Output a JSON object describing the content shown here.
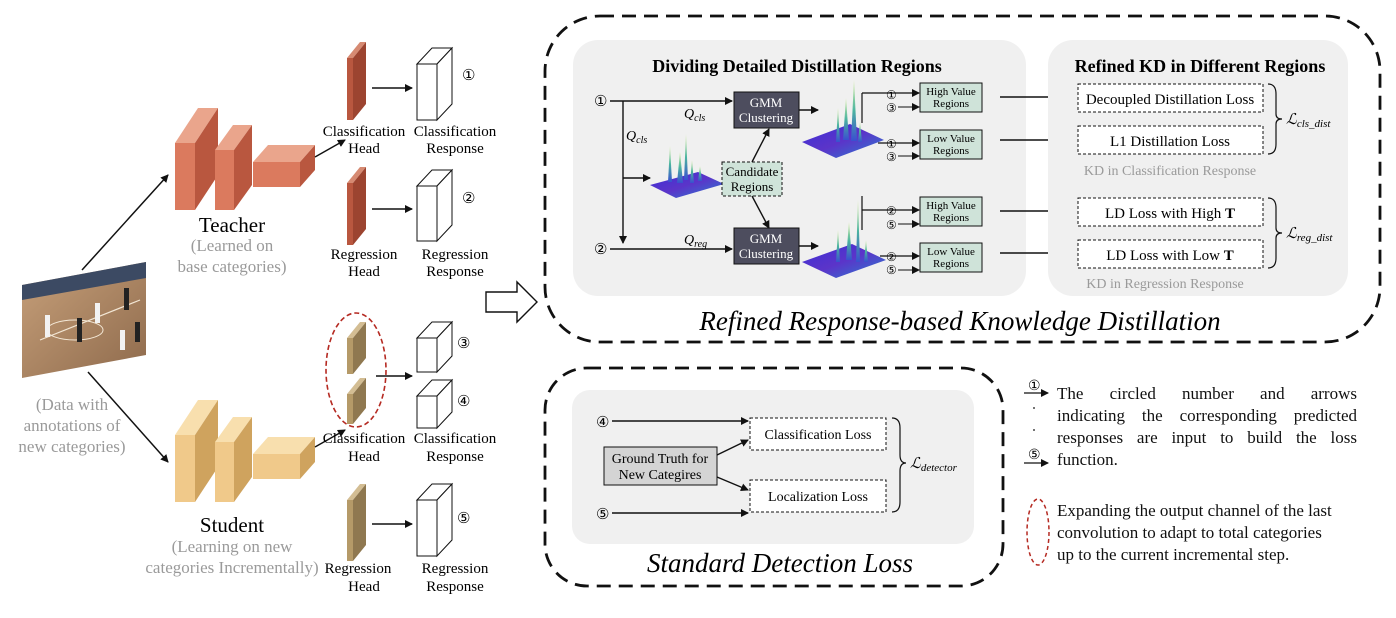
{
  "teacher": {
    "title": "Teacher",
    "subtitle_line1": "(Learned on",
    "subtitle_line2": "base categories)",
    "heads": {
      "cls_head_line1": "Classification",
      "cls_head_line2": "Head",
      "cls_resp_line1": "Classification",
      "cls_resp_line2": "Response",
      "reg_head_line1": "Regression",
      "reg_head_line2": "Head",
      "reg_resp_line1": "Regression",
      "reg_resp_line2": "Response",
      "cls_marker": "①",
      "reg_marker": "②"
    }
  },
  "data_caption": {
    "line1": "(Data with",
    "line2": "annotations of",
    "line3": "new categories)"
  },
  "student": {
    "title": "Student",
    "subtitle_line1": "(Learning on new",
    "subtitle_line2": "categories Incrementally)",
    "heads": {
      "cls_head_line1": "Classification",
      "cls_head_line2": "Head",
      "cls_resp_line1": "Classification",
      "cls_resp_line2": "Response",
      "reg_head_line1": "Regression",
      "reg_head_line2": "Head",
      "reg_resp_line1": "Regression",
      "reg_resp_line2": "Response",
      "cls_marker_a": "③",
      "cls_marker_b": "④",
      "reg_marker": "⑤"
    }
  },
  "refined": {
    "box_title": "Refined Response-based Knowledge Distillation",
    "dividing": {
      "title": "Dividing Detailed Distillation Regions",
      "input1": "①",
      "input2": "②",
      "q_cls_top": "Q",
      "q_cls_top_sub": "cls",
      "q_cls_left": "Q",
      "q_cls_left_sub": "cls",
      "q_reg": "Q",
      "q_reg_sub": "reg",
      "gmm_line1": "GMM",
      "gmm_line2": "Clustering",
      "candidate_line1": "Candidate",
      "candidate_line2": "Regions",
      "high_line1": "High Value",
      "high_line2": "Regions",
      "low_line1": "Low Value",
      "low_line2": "Regions",
      "m1": "①",
      "m2": "②",
      "m3": "③",
      "m5": "⑤"
    },
    "refined_kd": {
      "title": "Refined KD in Different Regions",
      "decoupled": "Decoupled Distillation Loss",
      "l1": "L1 Distillation Loss",
      "kd_cls": "KD in Classification Response",
      "ld_high": "LD Loss with High ",
      "ld_low": "LD Loss with Low ",
      "tau": "T",
      "kd_reg": "KD in Regression Response",
      "l_cls_dist": "ℒ",
      "l_cls_dist_sub": "cls_dist",
      "l_reg_dist": "ℒ",
      "l_reg_dist_sub": "reg_dist"
    }
  },
  "standard": {
    "box_title": "Standard Detection Loss",
    "input4": "④",
    "input5": "⑤",
    "gt_line1": "Ground Truth for",
    "gt_line2": "New Categires",
    "cls_loss": "Classification Loss",
    "loc_loss": "Localization Loss",
    "l_detector": "ℒ",
    "l_detector_sub": "detector"
  },
  "legend": {
    "arrow_marker_top": "①",
    "arrow_marker_bottom": "⑤",
    "arrow_desc_line1": "The circled number and arrows",
    "arrow_desc_line2": "indicating the corresponding predicted",
    "arrow_desc_line3": "responses are input to build the loss",
    "arrow_desc_line4": "function.",
    "ellipse_desc_line1": "Expanding the output channel of the last",
    "ellipse_desc_line2": "convolution to adapt to total categories",
    "ellipse_desc_line3": "up to the current incremental step."
  },
  "colors": {
    "teacher_front": "#db7a5e",
    "teacher_top": "#eaa58c",
    "teacher_side": "#b9573f",
    "student_front": "#f0c98a",
    "student_top": "#f8dfae",
    "student_side": "#cfa35e",
    "teacher_head": "#b9573f",
    "student_head": "#b59a68",
    "gmm_box": "#4d4d5e",
    "region_box": "#cfe3d9",
    "panel_bg": "#f0f0f0",
    "gray_text": "#9a9a9a",
    "ellipse_red": "#b52a22"
  }
}
